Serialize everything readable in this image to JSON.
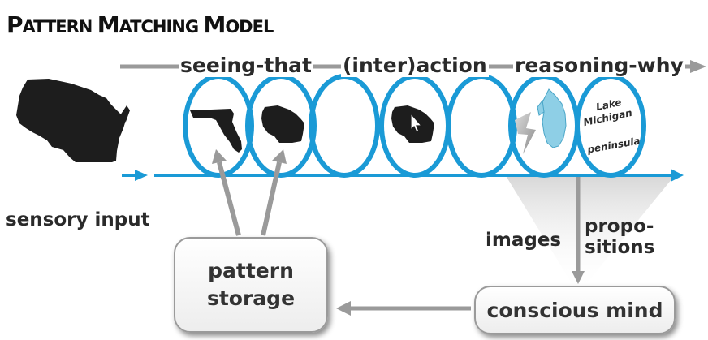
{
  "title": {
    "parts": [
      {
        "text": "P",
        "big": true
      },
      {
        "text": "ATTERN ",
        "big": false
      },
      {
        "text": "M",
        "big": true
      },
      {
        "text": "ATCHING ",
        "big": false
      },
      {
        "text": "M",
        "big": true
      },
      {
        "text": "ODEL",
        "big": false
      }
    ]
  },
  "stages": {
    "seeing": "seeing-that",
    "interaction": "(inter)action",
    "reasoning": "reasoning-why"
  },
  "sensory_input_label": "sensory input",
  "pattern_storage": {
    "line1": "pattern",
    "line2": "storage"
  },
  "conscious_mind": "conscious mind",
  "images_label": "images",
  "propositions": {
    "line1": "propo-",
    "line2": "sitions"
  },
  "lake_labels": {
    "line1": "Lake",
    "line2": "Michigan",
    "line3": "peninsula"
  },
  "colors": {
    "loop_blue": "#1a9ad6",
    "gray_arrow": "#9a9a9a",
    "state_fill": "#1d1d1d",
    "lake_fill": "#8ecfe6",
    "text": "#2a2a2a"
  }
}
